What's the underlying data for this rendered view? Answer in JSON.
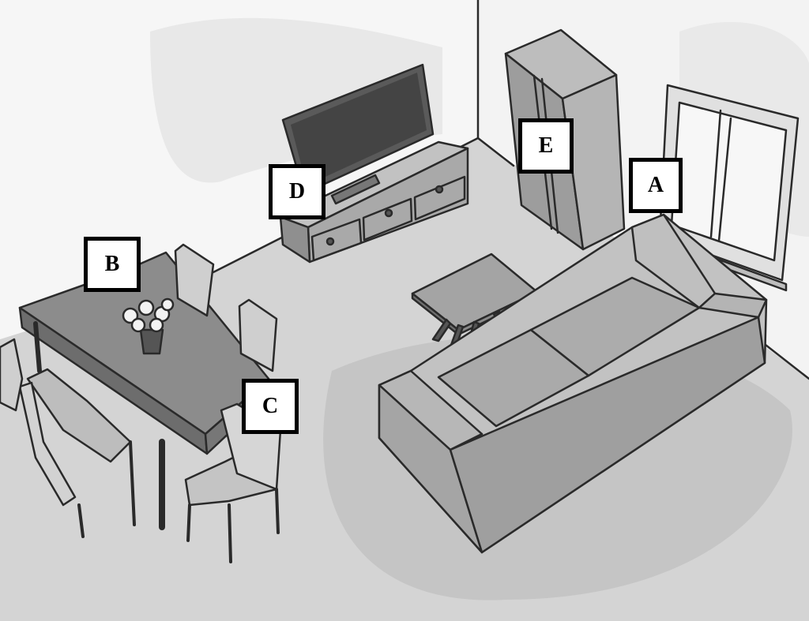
{
  "labels": {
    "a": "A",
    "b": "B",
    "c": "C",
    "d": "D",
    "e": "E"
  },
  "colors": {
    "outline": "#2a2a2a",
    "wall_shadow": "#e6e6e6",
    "floor": "#d4d4d4",
    "floor_shadow": "#b9b9b9",
    "furniture_light": "#c9c9c9",
    "furniture_mid": "#a9a9a9",
    "furniture_dark": "#8d8d8d",
    "screen": "#4a4a4a"
  }
}
